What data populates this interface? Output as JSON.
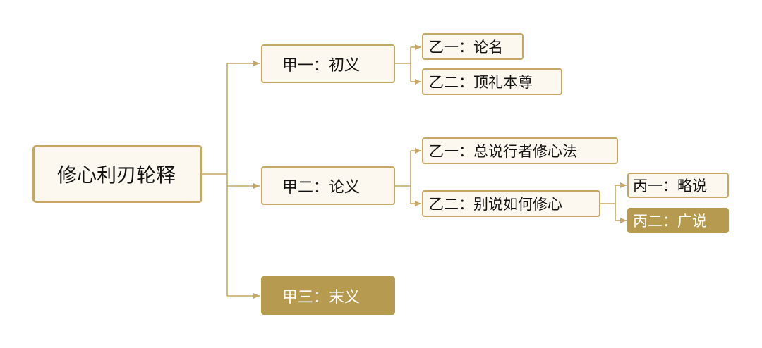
{
  "root": {
    "label": "修心利刃轮释"
  },
  "branches": {
    "jia1": {
      "label": "甲一：初义"
    },
    "jia2": {
      "label": "甲二：论义"
    },
    "jia3": {
      "label": "甲三：末义"
    },
    "yi_1_1": {
      "label": "乙一：论名"
    },
    "yi_1_2": {
      "label": "乙二：顶礼本尊"
    },
    "yi_2_1": {
      "label": "乙一：总说行者修心法"
    },
    "yi_2_2": {
      "label": "乙二：别说如何修心"
    },
    "bing1": {
      "label": "丙一：略说"
    },
    "bing2": {
      "label": "丙二：广说"
    }
  },
  "colors": {
    "connector": "#c6a765",
    "node_border": "#c6a765",
    "node_fill": "#fdf8ef",
    "highlight_fill": "#b59a4f",
    "highlight_text": "#ffffff"
  }
}
